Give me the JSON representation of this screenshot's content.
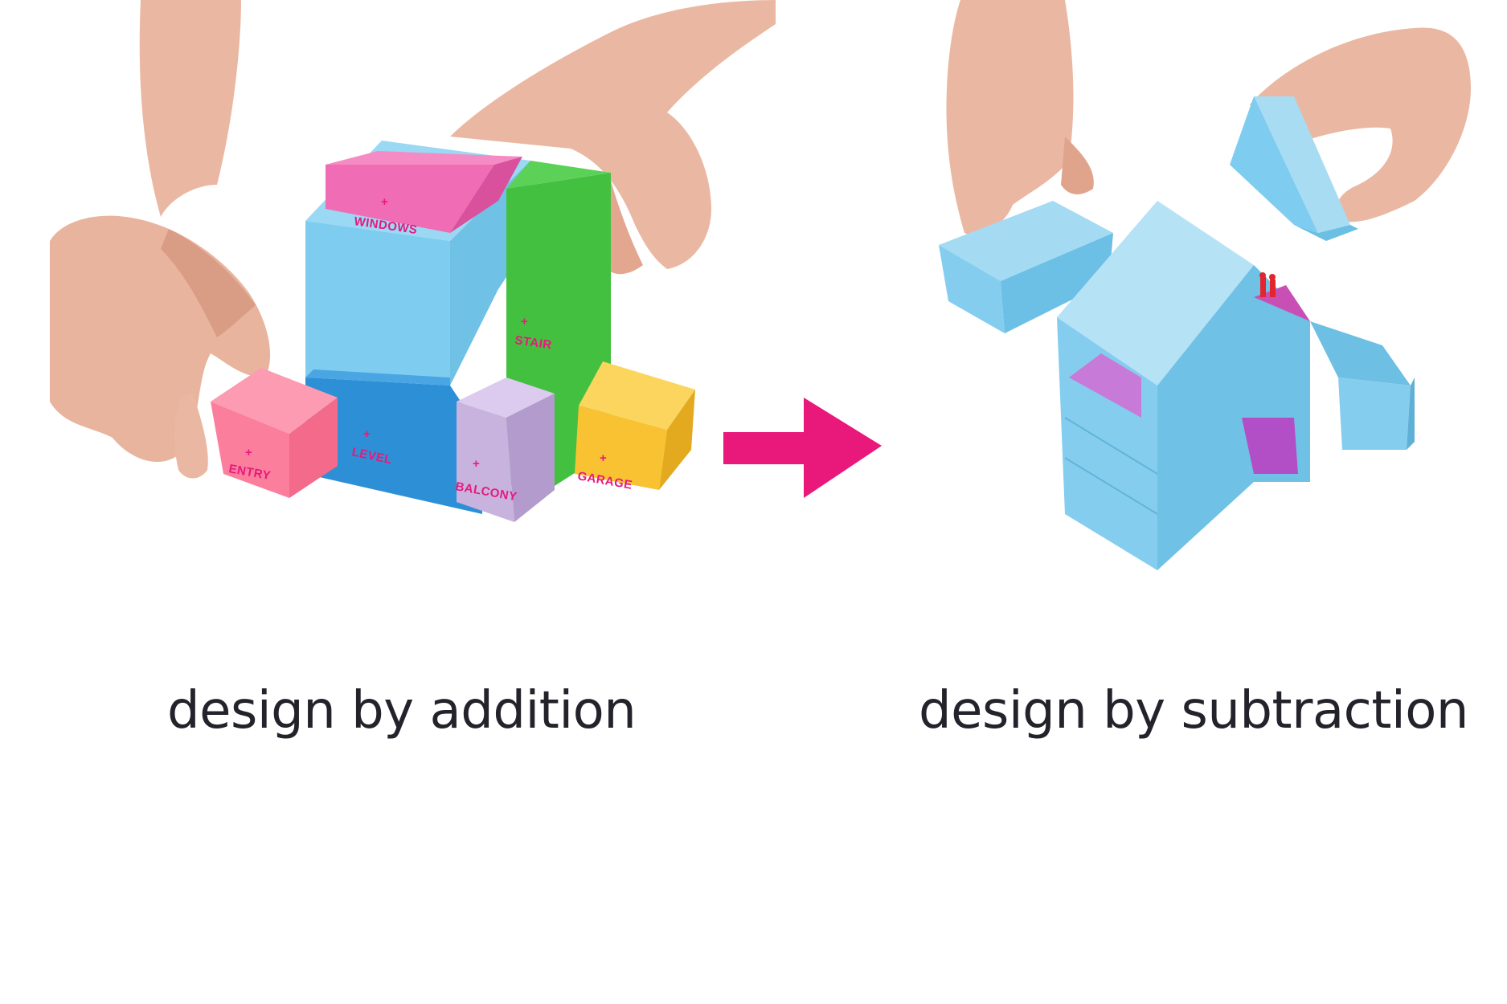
{
  "captions": {
    "left": "design by addition",
    "right": "design by subtraction"
  },
  "blocks": {
    "windows": "WINDOWS",
    "stair": "STAIR",
    "level": "LEVEL",
    "entry": "ENTRY",
    "balcony": "BALCONY",
    "garage": "GARAGE",
    "plus": "+"
  },
  "colors": {
    "foam_blue": "#7ecdf0",
    "windows_pink": "#f06cb4",
    "stair_green": "#44c040",
    "entry_pink": "#fb7f9c",
    "balcony_lilac": "#c8b3df",
    "garage_yellow": "#f8c232",
    "arrow_magenta": "#e9197c",
    "accent_magenta": "#d0329a"
  },
  "icons": {
    "arrow": "right-arrow-icon",
    "plus": "plus-icon"
  }
}
